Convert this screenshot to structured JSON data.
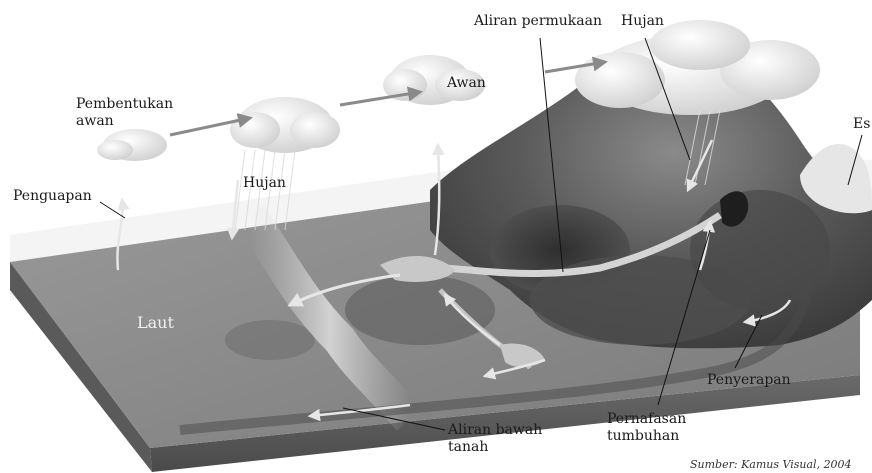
{
  "diagram": {
    "labels": {
      "pembentukan_awan": "Pembentukan\nawan",
      "awan": "Awan",
      "aliran_permukaan": "Aliran permukaan",
      "hujan_mountain": "Hujan",
      "es": "Es",
      "penguapan": "Penguapan",
      "hujan_sea": "Hujan",
      "laut": "Laut",
      "penyerapan": "Penyerapan",
      "pernafasan_tumbuhan": "Pernafasan\ntumbuhan",
      "aliran_bawah_tanah": "Aliran bawah\ntanah"
    },
    "source": "Sumber: Kamus Visual, 2004"
  }
}
